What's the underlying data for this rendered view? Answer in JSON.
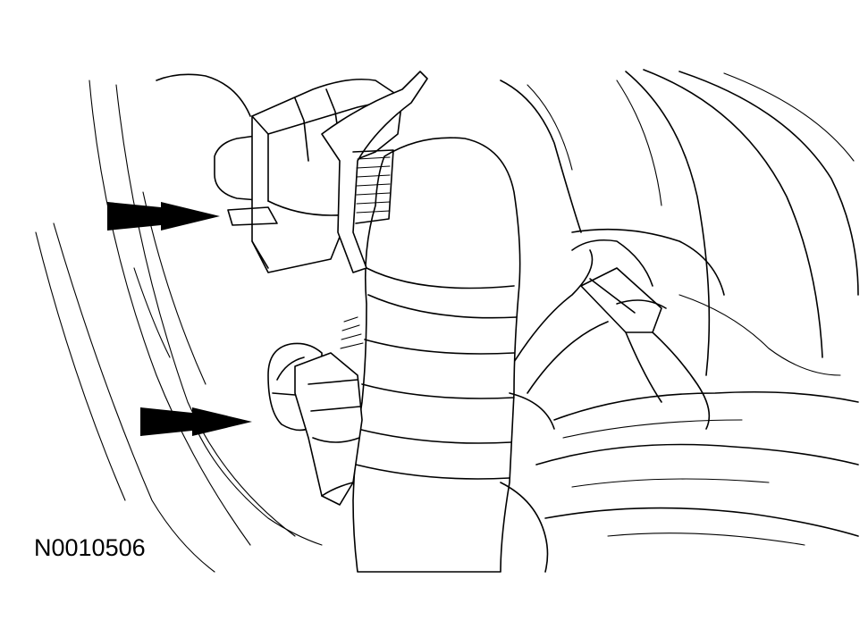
{
  "figure": {
    "id_label": "N0010506"
  },
  "callouts": [
    {
      "icon": "double-arrow-icon",
      "target": "upper-clamp"
    },
    {
      "icon": "double-arrow-icon",
      "target": "lower-clamp"
    }
  ],
  "colors": {
    "line": "#000000",
    "background": "#ffffff"
  }
}
